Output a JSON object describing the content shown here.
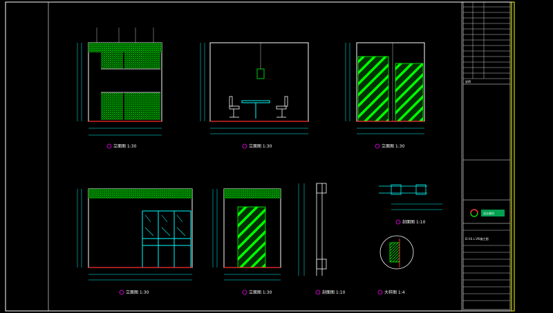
{
  "colors": {
    "background": "#000000",
    "frame": "#ffffff",
    "border": "#ffff00",
    "elevation": "#ffffff",
    "dimension": "#00ffff",
    "finish": "#00ff00",
    "furniture": "#00ffff",
    "floor": "#ff3030",
    "leader": "#ffffff"
  },
  "views": [
    {
      "id": "v1",
      "title": "立面图 1:30"
    },
    {
      "id": "v2",
      "title": "立面图 1:30"
    },
    {
      "id": "v3",
      "title": "立面图 1:30"
    },
    {
      "id": "v4",
      "title": "立面图 1:30"
    },
    {
      "id": "v5",
      "title": "立面图 1:30"
    },
    {
      "id": "v6",
      "title": "剖面图 1:10"
    },
    {
      "id": "v7",
      "title": "剖面图 1:10"
    },
    {
      "id": "v8",
      "title": "大样图 1:4"
    }
  ],
  "title_block": {
    "remark_label": "说明",
    "company_logo_text": "设计顾问",
    "sheet_no": "D.V.E.L.VIS施工图"
  }
}
